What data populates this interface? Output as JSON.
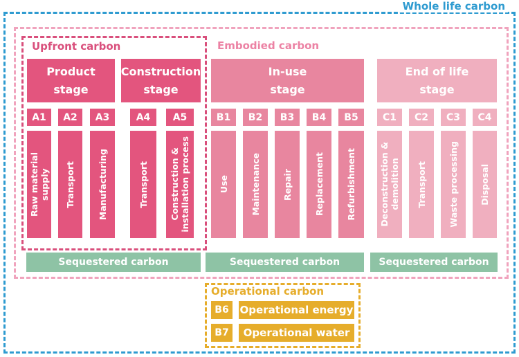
{
  "labels": {
    "whole": "Whole life carbon",
    "embodied": "Embodied carbon",
    "upfront": "Upfront carbon",
    "operational": "Operational carbon"
  },
  "stages": {
    "product": "Product\nstage",
    "construction": "Construction\nstage",
    "inuse": "In-use\nstage",
    "endoflife": "End of life\nstage"
  },
  "modules": {
    "a1": {
      "code": "A1",
      "name": "Raw material\nsupply"
    },
    "a2": {
      "code": "A2",
      "name": "Transport"
    },
    "a3": {
      "code": "A3",
      "name": "Manufacturing"
    },
    "a4": {
      "code": "A4",
      "name": "Transport"
    },
    "a5": {
      "code": "A5",
      "name": "Construction &\ninstallation process"
    },
    "b1": {
      "code": "B1",
      "name": "Use"
    },
    "b2": {
      "code": "B2",
      "name": "Maintenance"
    },
    "b3": {
      "code": "B3",
      "name": "Repair"
    },
    "b4": {
      "code": "B4",
      "name": "Replacement"
    },
    "b5": {
      "code": "B5",
      "name": "Refurbishment"
    },
    "c1": {
      "code": "C1",
      "name": "Deconstruction &\ndemolition"
    },
    "c2": {
      "code": "C2",
      "name": "Transport"
    },
    "c3": {
      "code": "C3",
      "name": "Waste processing"
    },
    "c4": {
      "code": "C4",
      "name": "Disposal"
    }
  },
  "sequestered": [
    "Sequestered carbon",
    "Sequestered carbon",
    "Sequestered carbon"
  ],
  "operational": {
    "b6": {
      "code": "B6",
      "name": "Operational energy"
    },
    "b7": {
      "code": "B7",
      "name": "Operational water"
    }
  },
  "colors": {
    "whole": "#2e9bd0",
    "embodied": "#f0a3bd",
    "upfront": "#d94f7c",
    "a_stage": "#e3557e",
    "b_stage": "#e8869f",
    "c_stage": "#f0afbf",
    "sequestered": "#8ec3a5",
    "operational": "#e6ad2b"
  }
}
